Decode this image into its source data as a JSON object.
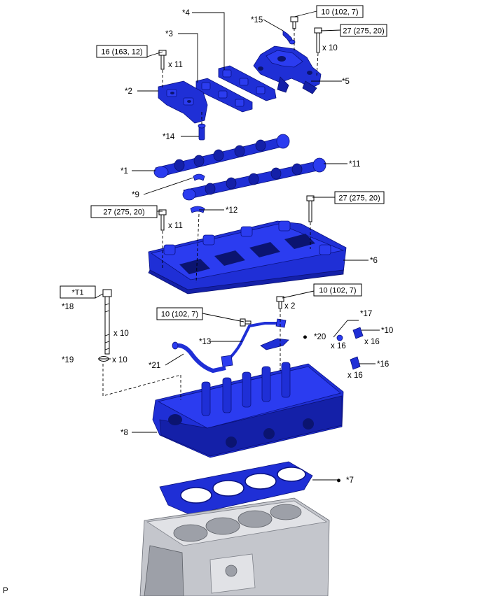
{
  "callouts": {
    "c1": "*1",
    "c2": "*2",
    "c3": "*3",
    "c4": "*4",
    "c5": "*5",
    "c6": "*6",
    "c7": "*7",
    "c8": "*8",
    "c9": "*9",
    "c10": "*10",
    "c11": "*11",
    "c12": "*12",
    "c13": "*13",
    "c14": "*14",
    "c15": "*15",
    "c16": "*16",
    "c17": "*17",
    "c18": "*18",
    "c19": "*19",
    "c20": "*20",
    "c21": "*21"
  },
  "torque": {
    "t_10_top": "10 (102, 7)",
    "t_27_top": "27 (275, 20)",
    "t_16": "16 (163, 12)",
    "t_27_left": "27 (275, 20)",
    "t_27_right": "27 (275, 20)",
    "t_10_mid_right": "10 (102, 7)",
    "t_10_mid_left": "10 (102, 7)",
    "tool": "*T1"
  },
  "quantities": {
    "q_x10_top": "x 10",
    "q_x11_top": "x 11",
    "q_x11_mid": "x 11",
    "q_x2": "x 2",
    "q_x10_bolt": "x 10",
    "q_x10_washer": "x 10",
    "q_x16_a": "x 16",
    "q_x16_b": "x 16",
    "q_x16_c": "x 16"
  },
  "markers": {
    "dot": "●"
  },
  "footer": {
    "code": "P"
  }
}
